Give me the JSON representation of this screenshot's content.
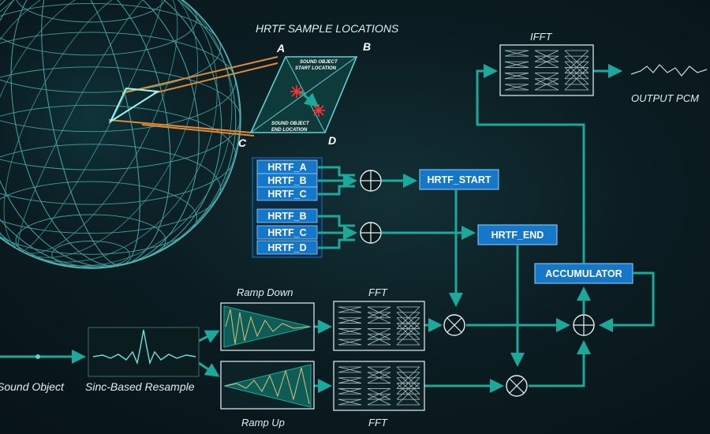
{
  "sample_panel": {
    "title": "HRTF SAMPLE LOCATIONS",
    "corners": {
      "a": "A",
      "b": "B",
      "c": "C",
      "d": "D"
    },
    "start_label_1": "SOUND OBJECT",
    "start_label_2": "START LOCATION",
    "end_label_1": "SOUND OBJECT",
    "end_label_2": "END LOCATION"
  },
  "hrtf_inputs": {
    "group1": [
      "HRTF_A",
      "HRTF_B",
      "HRTF_C"
    ],
    "group2": [
      "HRTF_B",
      "HRTF_C",
      "HRTF_D"
    ]
  },
  "blocks": {
    "hrtf_start": "HRTF_START",
    "hrtf_end": "HRTF_END",
    "accumulator": "ACCUMULATOR"
  },
  "labels": {
    "ifft": "IFFT",
    "output": "OUTPUT  PCM",
    "ramp_down": "Ramp Down",
    "ramp_up": "Ramp Up",
    "fft_top": "FFT",
    "fft_bottom": "FFT",
    "sound_object": "Sound Object",
    "resample": "Sinc-Based Resample"
  },
  "colors": {
    "accent": "#1aa99a",
    "block_blue": "#1677c9",
    "wire": "#5fd0cf",
    "orange": "#e08a3a",
    "marker": "#ff3333"
  },
  "icons": {
    "sum": "circle-plus",
    "multiply": "circle-times"
  }
}
